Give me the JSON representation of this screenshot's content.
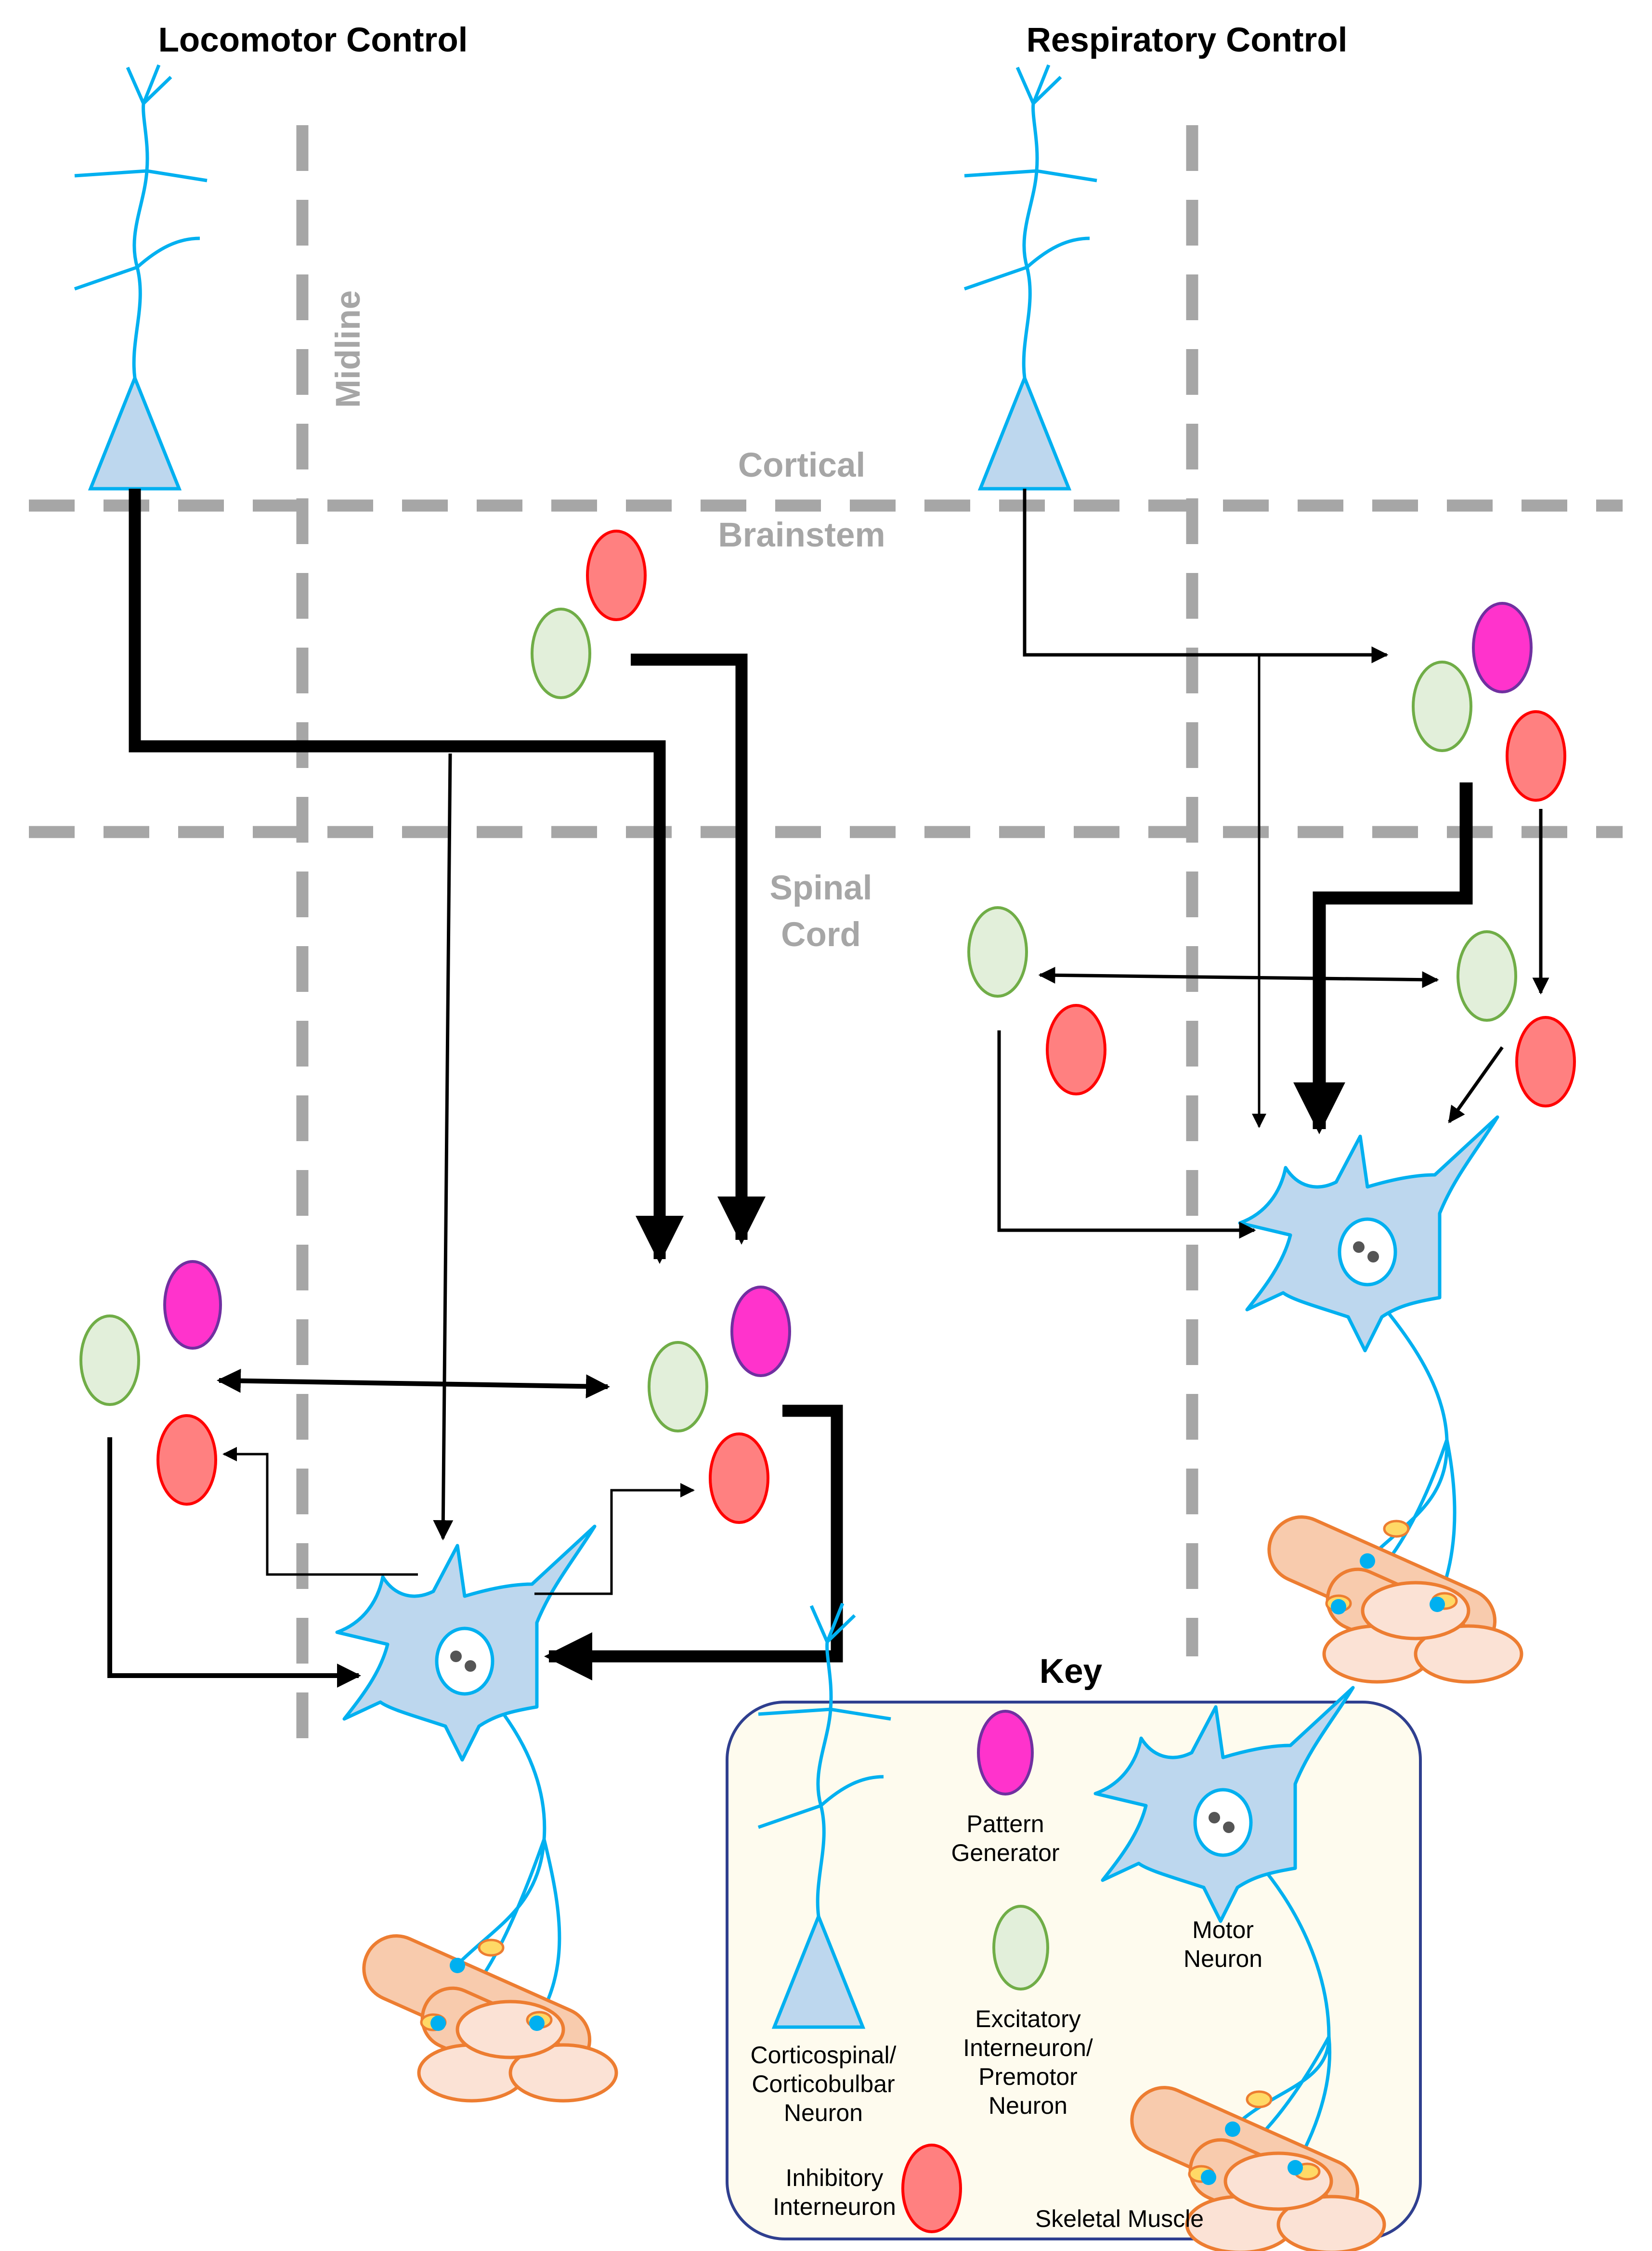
{
  "titles": {
    "locomotor": "Locomotor Control",
    "respiratory": "Respiratory Control"
  },
  "regions": {
    "midline": "Midline",
    "cortical": "Cortical",
    "brainstem": "Brainstem",
    "spinal_line1": "Spinal",
    "spinal_line2": "Cord"
  },
  "key": {
    "title": "Key",
    "pattern_generator": [
      "Pattern",
      "Generator"
    ],
    "motor_neuron": [
      "Motor",
      "Neuron"
    ],
    "excitatory": [
      "Excitatory",
      "Interneuron/",
      "Premotor",
      "Neuron"
    ],
    "corticospinal": [
      "Corticospinal/",
      "Corticobulbar",
      "Neuron"
    ],
    "inhibitory": [
      "Inhibitory",
      "Interneuron"
    ],
    "skeletal_muscle": "Skeletal Muscle"
  },
  "colors": {
    "neuron_fill": "#bdd7ee",
    "neuron_stroke": "#00b0f0",
    "pattern_generator": "#ff33cc",
    "excitatory_fill": "#e2efda",
    "excitatory_stroke": "#70ad47",
    "inhibitory_fill": "#ff8080",
    "inhibitory_stroke": "#ff0000",
    "muscle_fill": "#f8cbad",
    "muscle_stroke": "#ed7d31",
    "guide_lines": "#a6a6a6",
    "key_background": "#fefbee",
    "key_border": "#2f3f8f"
  }
}
